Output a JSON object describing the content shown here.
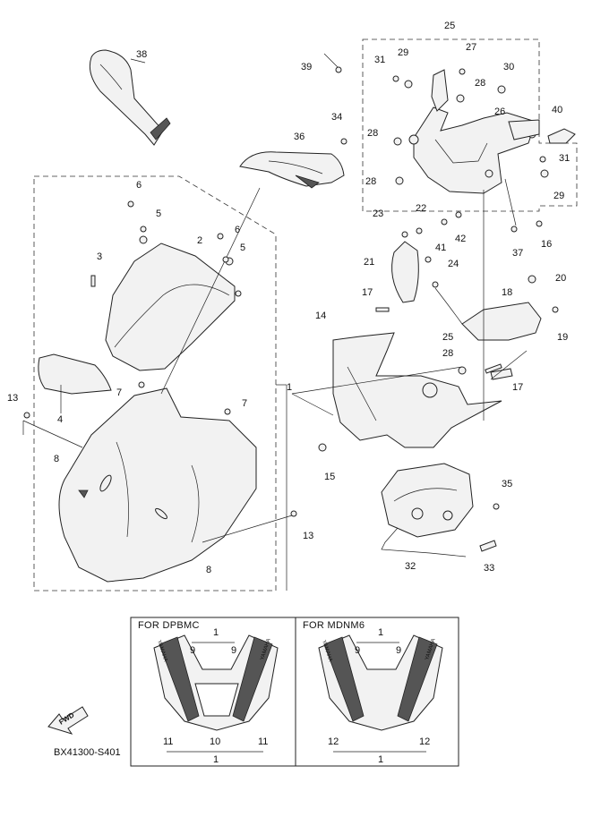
{
  "callouts": [
    "1",
    "2",
    "3",
    "4",
    "5",
    "6",
    "7",
    "8",
    "9",
    "10",
    "11",
    "12",
    "13",
    "14",
    "15",
    "16",
    "17",
    "18",
    "19",
    "20",
    "21",
    "22",
    "23",
    "24",
    "25",
    "26",
    "27",
    "28",
    "29",
    "30",
    "31",
    "32",
    "33",
    "34",
    "35",
    "36",
    "37",
    "38",
    "39",
    "40",
    "41",
    "42"
  ],
  "inset_left": {
    "header": "FOR DPBMC",
    "brand": "YAMAHA"
  },
  "inset_right": {
    "header": "FOR MDNM6",
    "brand": "YAMAHA"
  },
  "fwd_label": "FWD",
  "diagram_code": "BX41300-S401"
}
